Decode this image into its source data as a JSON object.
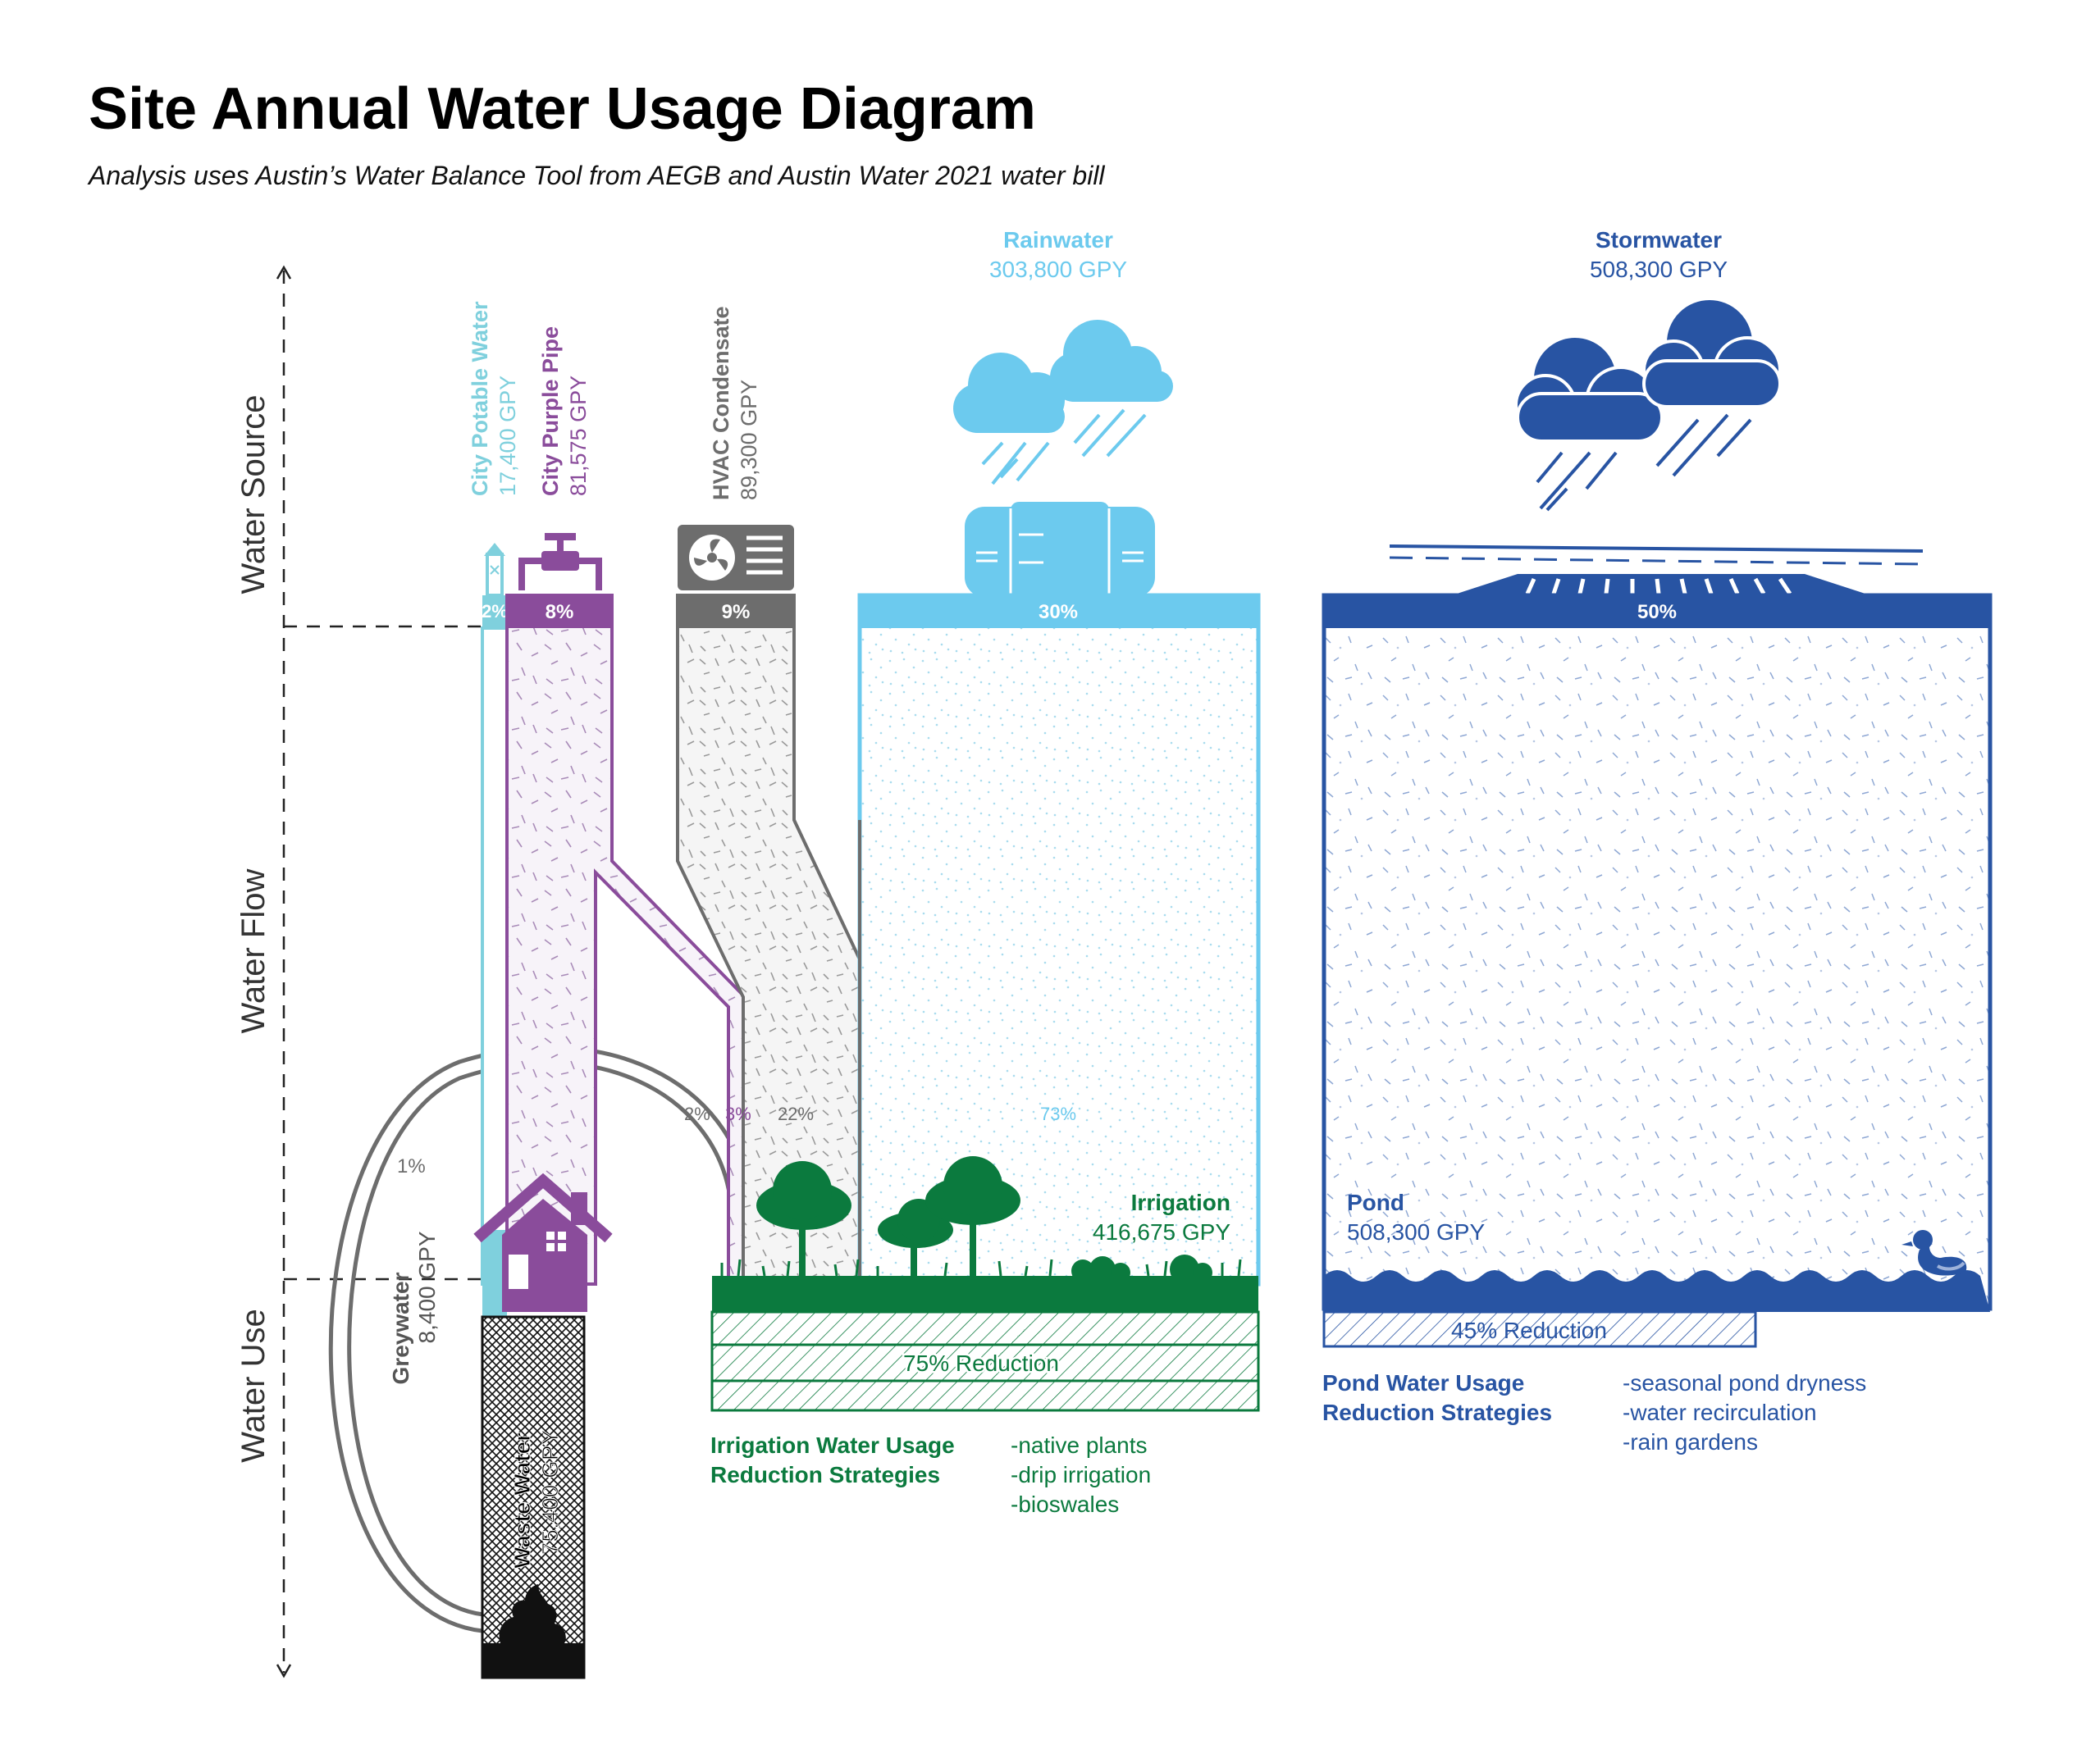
{
  "title": "Site Annual Water Usage Diagram",
  "subtitle": "Analysis uses Austin’s Water Balance Tool from AEGB and Austin Water 2021 water bill",
  "axis": {
    "source": "Water Source",
    "flow": "Water Flow",
    "use": "Water Use"
  },
  "sources": {
    "potable": {
      "name": "City Potable Water",
      "amount": "17,400 GPY",
      "pct": "2%"
    },
    "purple": {
      "name": "City Purple Pipe",
      "amount": "81,575 GPY",
      "pct": "8%"
    },
    "hvac": {
      "name": "HVAC Condensate",
      "amount": "89,300 GPY",
      "pct": "9%"
    },
    "rain": {
      "name": "Rainwater",
      "amount": "303,800 GPY",
      "pct": "30%"
    },
    "storm": {
      "name": "Stormwater",
      "amount": "508,300 GPY",
      "pct": "50%"
    }
  },
  "flows": {
    "grey_pct": "1%",
    "potable_to_irrigation": "2%",
    "purple_to_irrigation": "3%",
    "hvac_to_irrigation": "22%",
    "rain_to_irrigation": "73%"
  },
  "uses": {
    "greywater": {
      "name": "Greywater",
      "amount": "8,400 GPY"
    },
    "wastewater": {
      "name": "Waste Water",
      "amount": "75,400 GPY"
    },
    "irrigation": {
      "name": "Irrigation",
      "amount": "416,675 GPY",
      "reduction": "75% Reduction",
      "strategies_title_1": "Irrigation Water Usage",
      "strategies_title_2": "Reduction Strategies",
      "strategies": [
        "-native plants",
        "-drip irrigation",
        "-bioswales"
      ]
    },
    "pond": {
      "name": "Pond",
      "amount": "508,300 GPY",
      "reduction": "45% Reduction",
      "strategies_title_1": "Pond Water Usage",
      "strategies_title_2": "Reduction Strategies",
      "strategies": [
        "-seasonal pond dryness",
        "-water recirculation",
        "-rain gardens"
      ]
    }
  },
  "colors": {
    "potable": "#7fd0dd",
    "purple": "#8a4c9b",
    "hvac": "#6d6d6d",
    "rain": "#6ccaee",
    "storm": "#2854a3",
    "irrigation": "#0b7a3e",
    "waste": "#111111"
  }
}
